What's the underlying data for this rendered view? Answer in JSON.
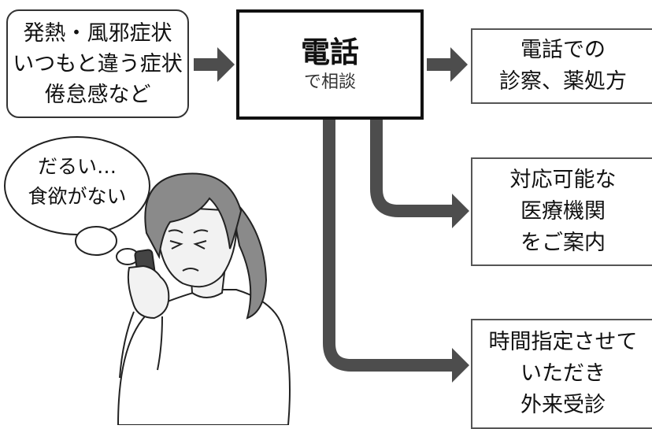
{
  "symptoms": {
    "lines": [
      "発熱・風邪症状",
      "いつもと違う症状",
      "倦怠感など"
    ]
  },
  "phone": {
    "title": "電話",
    "subtitle": "で相談"
  },
  "outcomes": [
    {
      "lines": [
        "電話での",
        "診察、薬処方"
      ]
    },
    {
      "lines": [
        "対応可能な",
        "医療機関",
        "をご案内"
      ]
    },
    {
      "lines": [
        "時間指定させて",
        "いただき",
        "外来受診"
      ]
    }
  ],
  "speech": {
    "lines": [
      "だるい…",
      "食欲がない"
    ]
  },
  "colors": {
    "arrow": "#4d4d4d",
    "border": "#333333",
    "hair": "#8a8a8a",
    "skin": "#f2f2f2"
  }
}
